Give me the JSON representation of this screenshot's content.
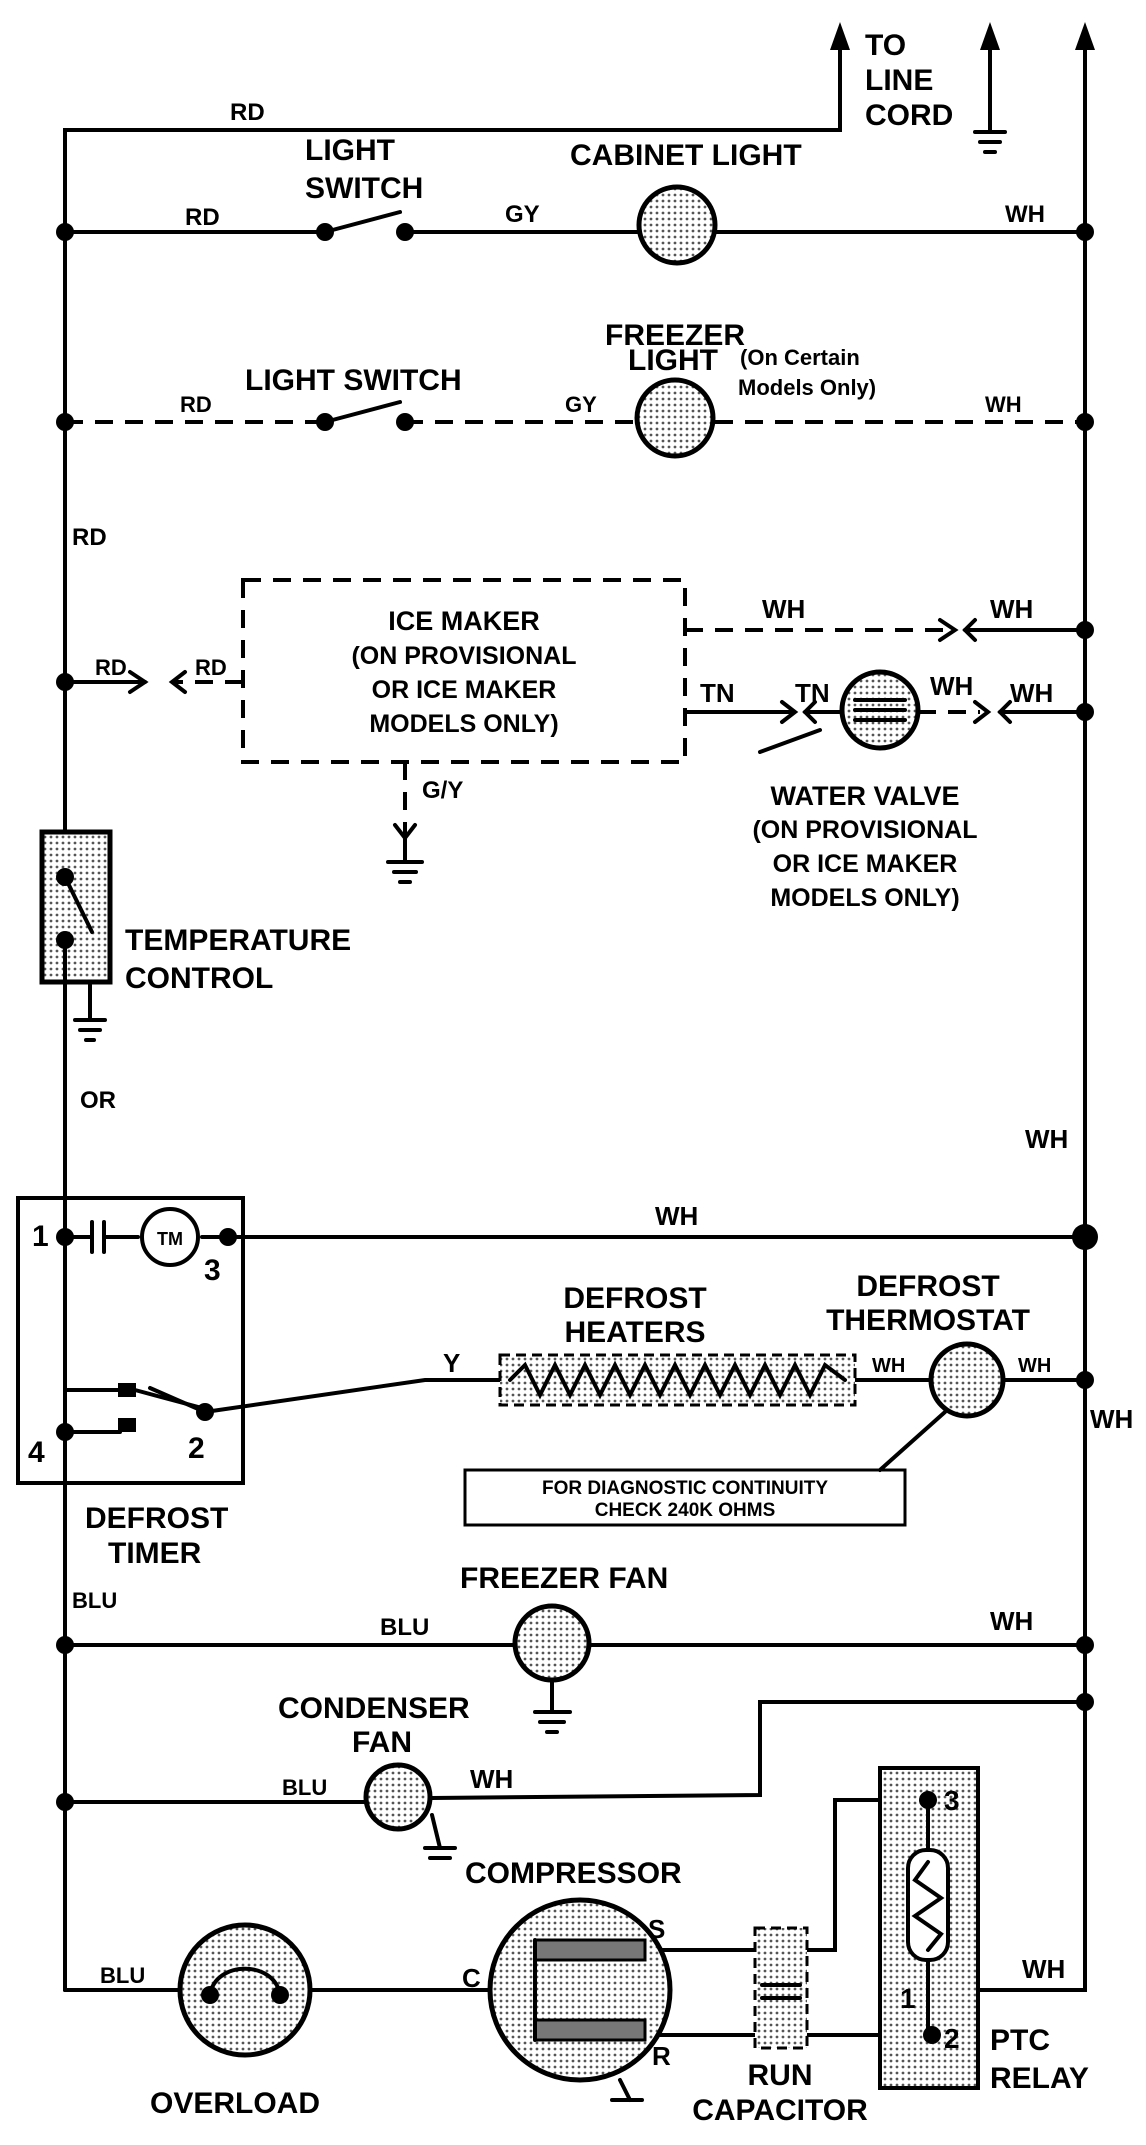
{
  "labels": {
    "to_line_cord_1": "TO",
    "to_line_cord_2": "LINE",
    "to_line_cord_3": "CORD",
    "top_rd": "RD",
    "light_switch_1": "LIGHT",
    "light_switch_2": "SWITCH",
    "cabinet_light": "CABINET LIGHT",
    "row1_rd": "RD",
    "row1_gy": "GY",
    "row1_wh": "WH",
    "freezer_light_1": "FREEZER",
    "freezer_light_2": "LIGHT",
    "certain_1": "(On Certain",
    "certain_2": "Models Only)",
    "light_switch_row2": "LIGHT SWITCH",
    "row2_rd": "RD",
    "row2_gy": "GY",
    "row2_wh": "WH",
    "left_rd": "RD",
    "ice_maker_title": "ICE MAKER",
    "ice_maker_2": "(ON PROVISIONAL",
    "ice_maker_3": "OR ICE MAKER",
    "ice_maker_4": "MODELS ONLY)",
    "im_rd_left": "RD",
    "im_rd_right": "RD",
    "im_wh_1": "WH",
    "im_wh_2": "WH",
    "im_tn_1": "TN",
    "im_tn_2": "TN",
    "im_wh_3": "WH",
    "im_wh_4": "WH",
    "im_gy": "G/Y",
    "water_valve_title": "WATER VALVE",
    "water_valve_2": "(ON PROVISIONAL",
    "water_valve_3": "OR ICE MAKER",
    "water_valve_4": "MODELS ONLY)",
    "temp_control_1": "TEMPERATURE",
    "temp_control_2": "CONTROL",
    "or_label": "OR",
    "right_wh": "WH",
    "timer_1": "1",
    "timer_3": "3",
    "timer_2": "2",
    "timer_4": "4",
    "timer_motor": "TM",
    "timer_wh": "WH",
    "defrost_timer_1": "DEFROST",
    "defrost_timer_2": "TIMER",
    "defrost_heaters_1": "DEFROST",
    "defrost_heaters_2": "HEATERS",
    "defrost_thermostat_1": "DEFROST",
    "defrost_thermostat_2": "THERMOSTAT",
    "heater_y": "Y",
    "heater_wh_1": "WH",
    "heater_wh_2": "WH",
    "heater_wh_3": "WH",
    "diag_1": "FOR DIAGNOSTIC CONTINUITY",
    "diag_2": "CHECK 240K OHMS",
    "blu_left": "BLU",
    "freezer_fan": "FREEZER FAN",
    "ff_blu": "BLU",
    "ff_wh": "WH",
    "condenser_fan_1": "CONDENSER",
    "condenser_fan_2": "FAN",
    "cf_blu": "BLU",
    "cf_wh": "WH",
    "compressor": "COMPRESSOR",
    "comp_s": "S",
    "comp_c": "C",
    "comp_r": "R",
    "bottom_blu": "BLU",
    "overload": "OVERLOAD",
    "run_capacitor_1": "RUN",
    "run_capacitor_2": "CAPACITOR",
    "ptc_3": "3",
    "ptc_1": "1",
    "ptc_2": "2",
    "ptc_relay_1": "PTC",
    "ptc_relay_2": "RELAY",
    "ptc_wh": "WH"
  }
}
